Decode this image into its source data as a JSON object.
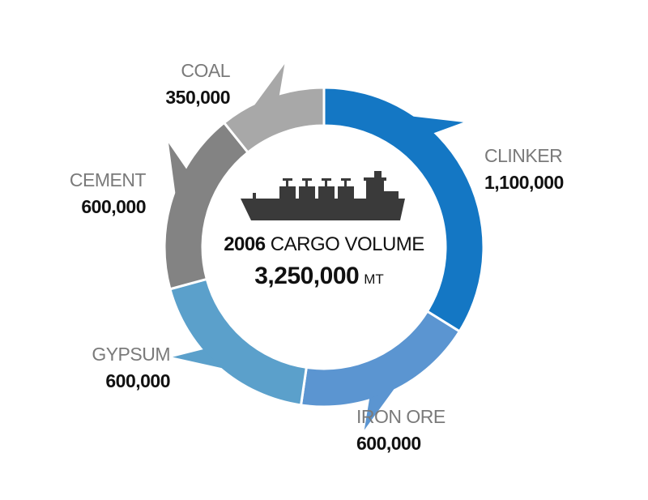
{
  "chart_data": {
    "type": "pie",
    "center": {
      "year": "2006",
      "label": "CARGO VOLUME",
      "total": "3,250,000",
      "unit": "MT",
      "icon": "cargo-ship-icon"
    },
    "categories": [
      "CLINKER",
      "IRON ORE",
      "GYPSUM",
      "CEMENT",
      "COAL"
    ],
    "values": [
      1100000,
      600000,
      600000,
      600000,
      350000
    ],
    "value_labels": [
      "1,100,000",
      "600,000",
      "600,000",
      "600,000",
      "350,000"
    ],
    "colors": [
      "#1477c4",
      "#5b95d1",
      "#5ba0cb",
      "#838383",
      "#a8a8a8"
    ]
  }
}
